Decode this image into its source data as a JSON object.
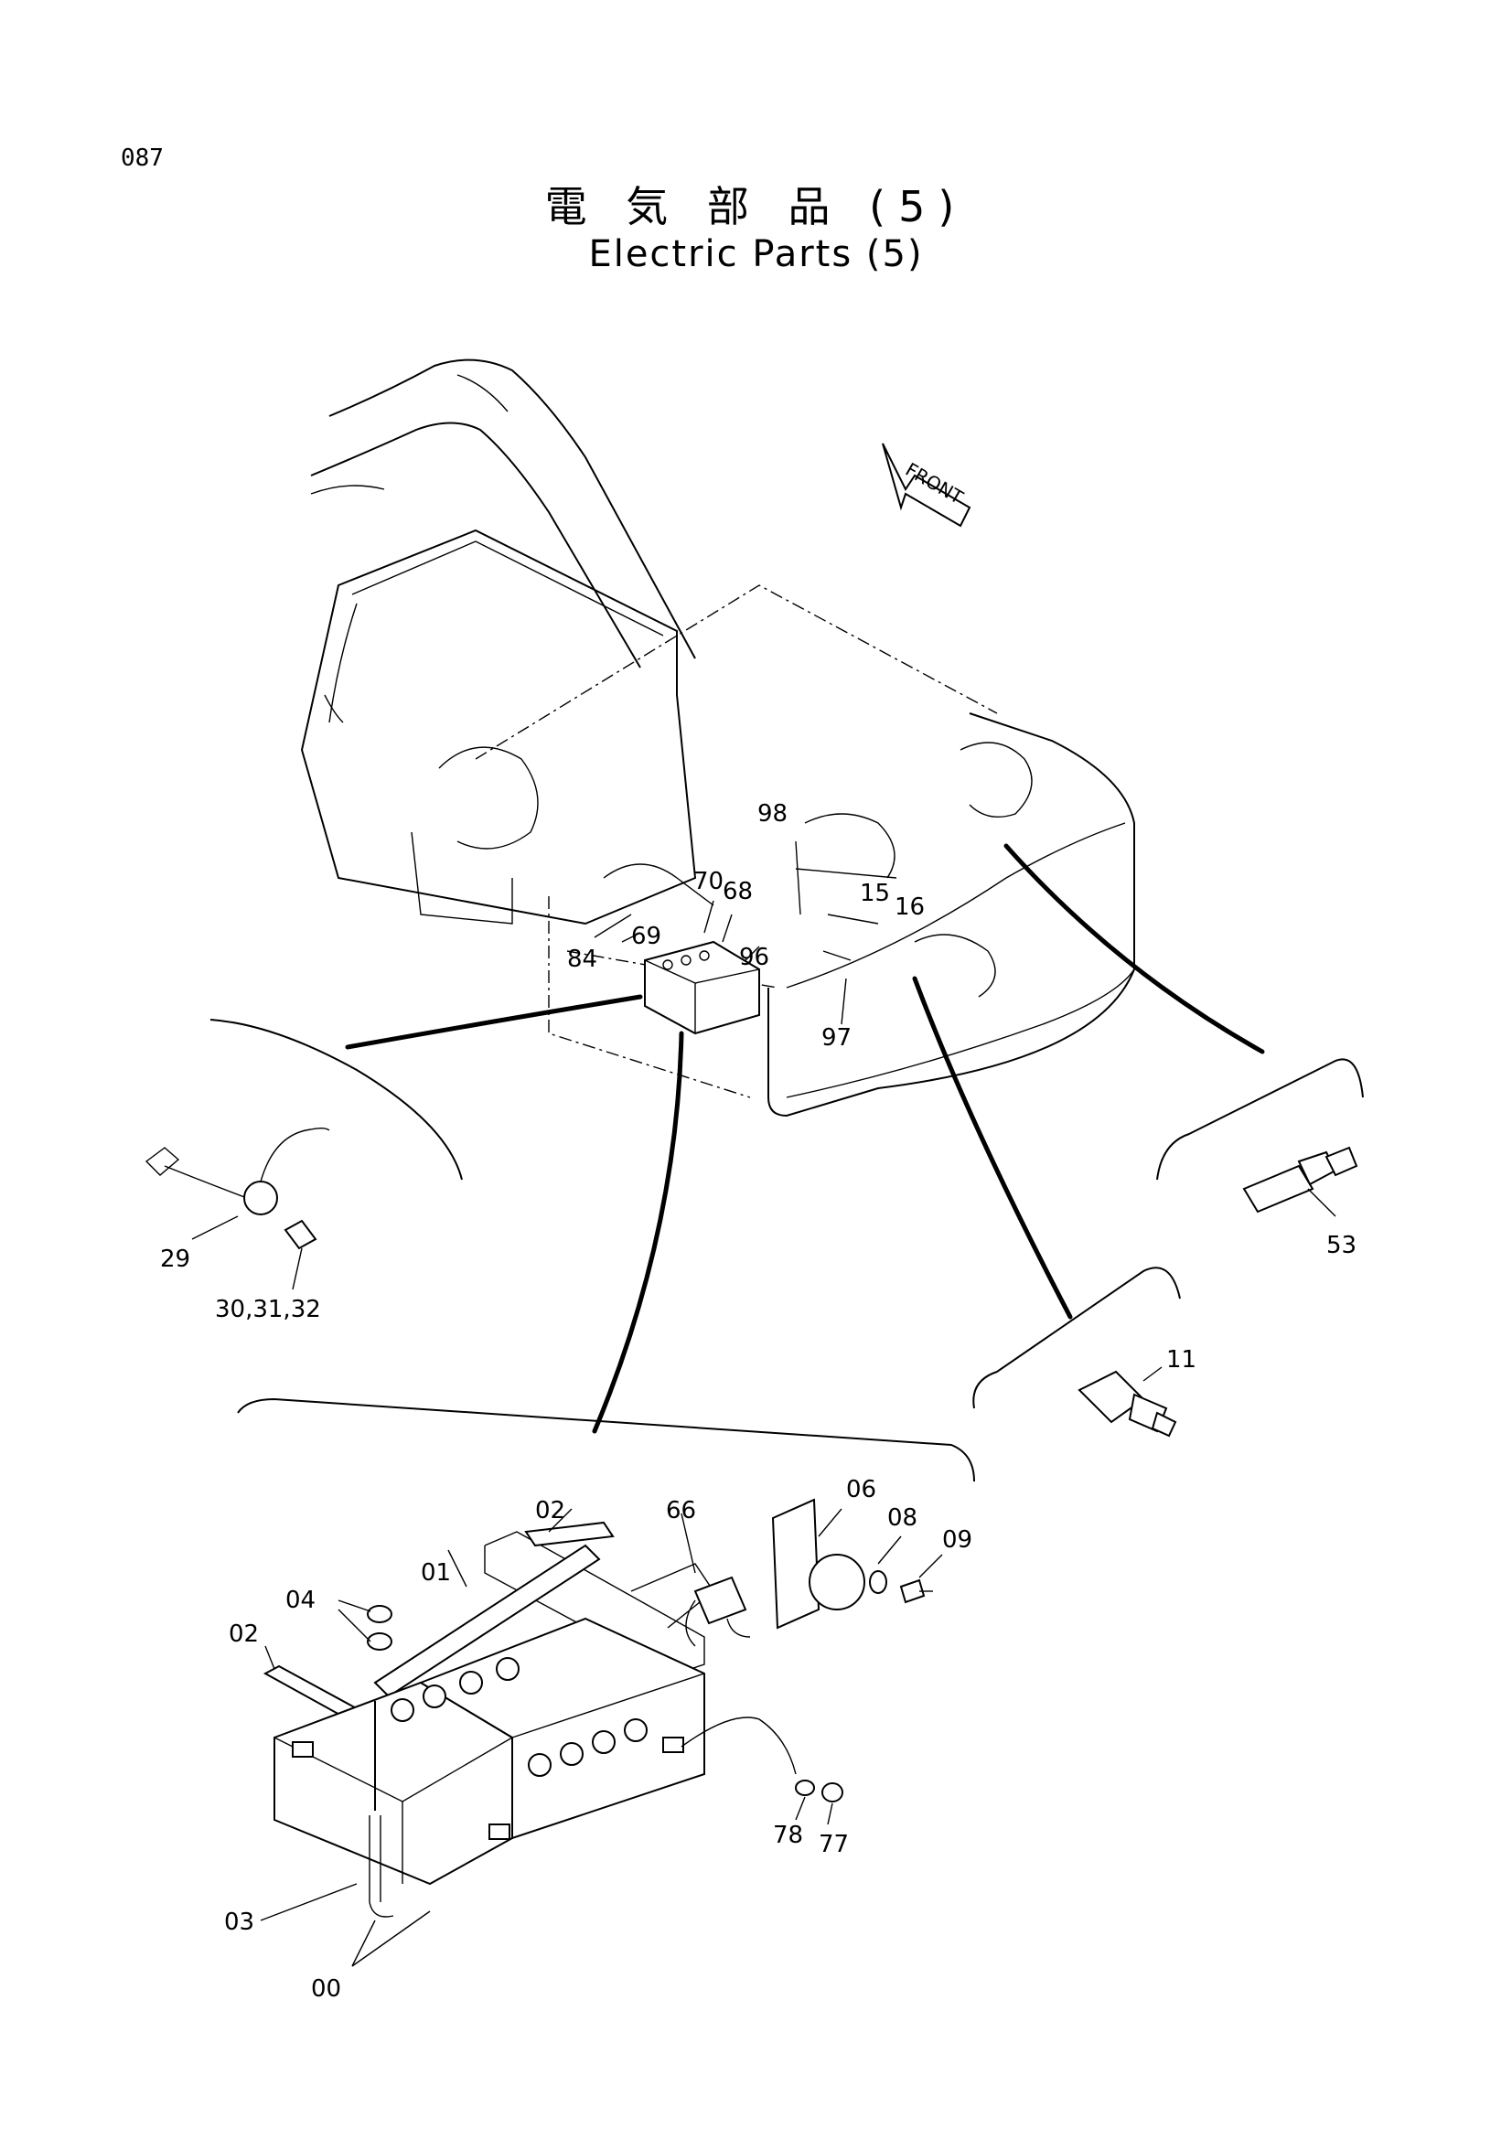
{
  "page": {
    "number": "087",
    "title_jp": "電 気 部 品 (5)",
    "title_en": "Electric Parts (5)"
  },
  "front_arrow": {
    "label": "FRONT"
  },
  "callouts": {
    "c98": "98",
    "c70": "70",
    "c68": "68",
    "c15": "15",
    "c16": "16",
    "c69": "69",
    "c84": "84",
    "c96": "96",
    "c97": "97",
    "c29": "29",
    "c30_31_32": "30,31,32",
    "c53": "53",
    "c11": "11",
    "c02a": "02",
    "c01": "01",
    "c04": "04",
    "c02b": "02",
    "c66": "66",
    "c06": "06",
    "c08": "08",
    "c09": "09",
    "c78": "78",
    "c77": "77",
    "c03": "03",
    "c00": "00"
  }
}
